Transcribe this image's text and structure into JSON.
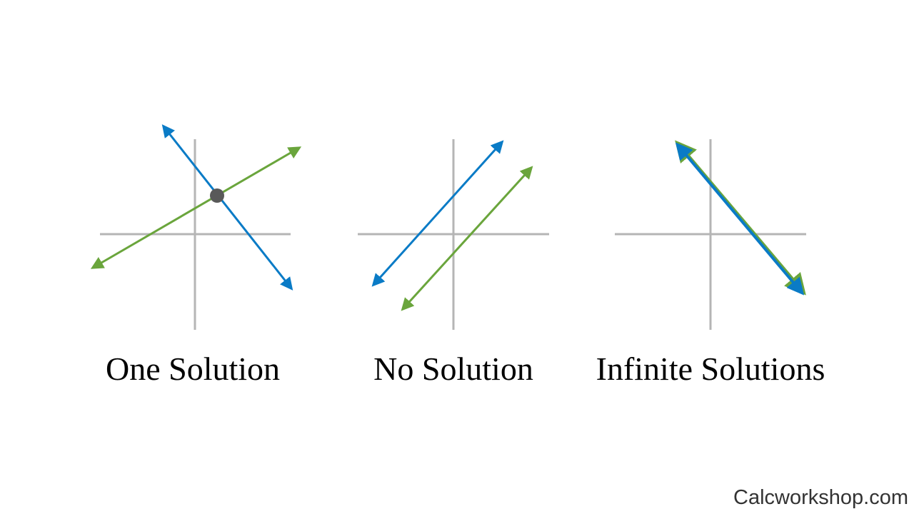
{
  "colors": {
    "line_a": "#0a7bc6",
    "line_b": "#6aa53c",
    "axis": "#b5b5b5",
    "point": "#595959"
  },
  "panels": [
    {
      "label": "One Solution"
    },
    {
      "label": "No Solution"
    },
    {
      "label": "Infinite Solutions"
    }
  ],
  "watermark": "Calcworkshop.com"
}
